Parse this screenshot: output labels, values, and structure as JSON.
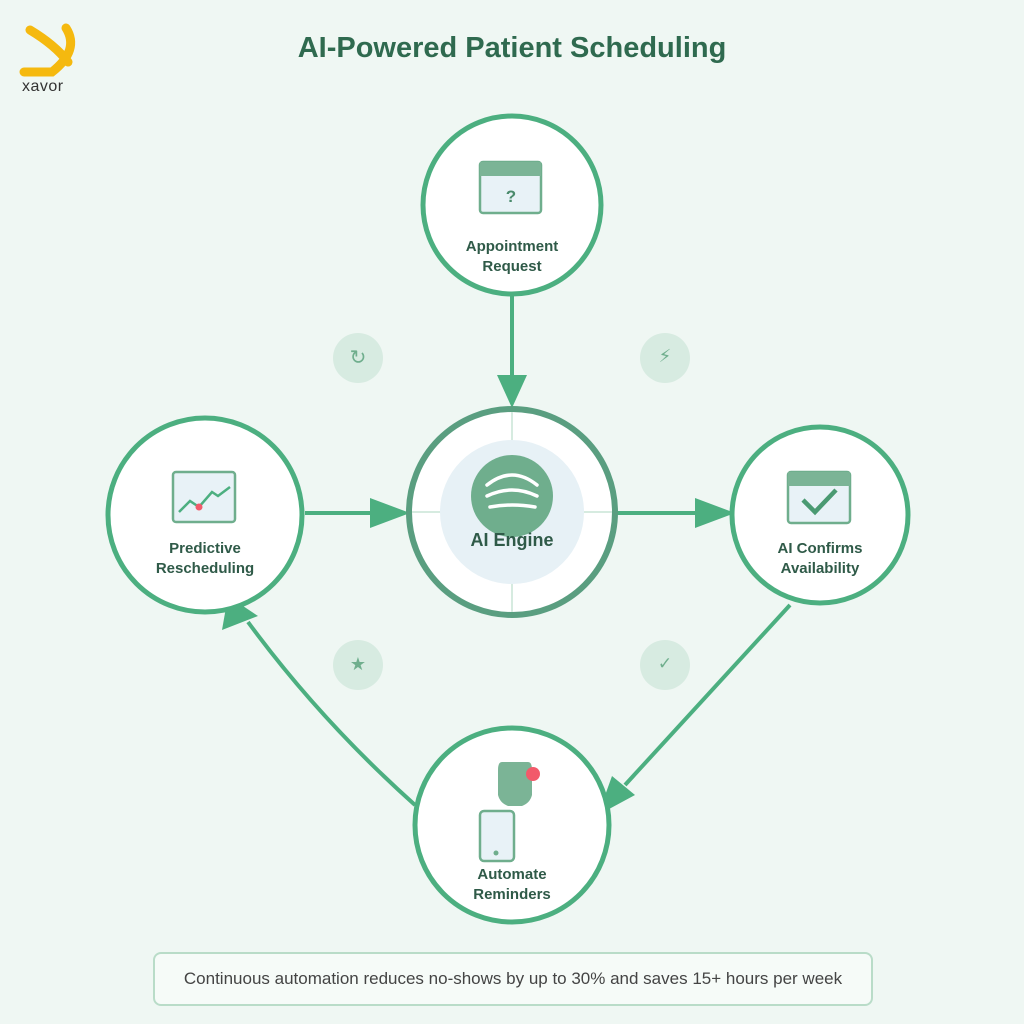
{
  "title": "AI-Powered Patient Scheduling",
  "logo": {
    "text": "xavor",
    "color": "#f5b90f"
  },
  "colors": {
    "accent": "#4caf80",
    "dark": "#3e8f6b",
    "alert": "#f25a6a"
  },
  "nodes": {
    "request": {
      "line1": "Appointment",
      "line2": "Request",
      "icon": "calendar-question-icon"
    },
    "engine": {
      "label": "AI Engine",
      "icon": "wifi-waves-icon"
    },
    "confirm": {
      "line1": "AI Confirms",
      "line2": "Availability",
      "icon": "calendar-check-icon"
    },
    "reminders": {
      "line1": "Automate",
      "line2": "Reminders",
      "icon": "phone-bell-icon"
    },
    "predictive": {
      "line1": "Predictive",
      "line2": "Rescheduling",
      "icon": "trend-chart-icon"
    }
  },
  "decor": {
    "refresh": "↻",
    "lightning": "⚡",
    "star": "★",
    "check": "✓"
  },
  "banner": "Continuous automation reduces no-shows by up to 30% and saves 15+ hours per week"
}
